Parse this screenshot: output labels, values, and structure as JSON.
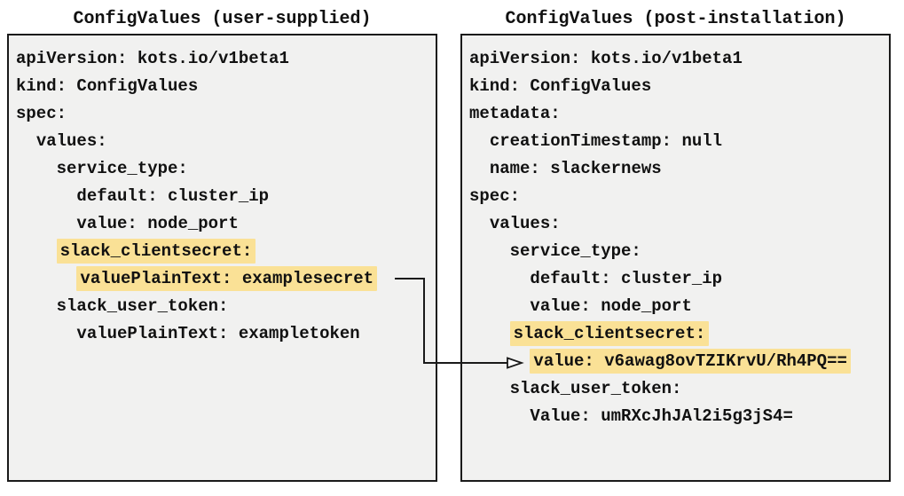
{
  "left_panel": {
    "title": "ConfigValues (user-supplied)",
    "lines": [
      {
        "text": "apiVersion: kots.io/v1beta1",
        "highlight": false
      },
      {
        "text": "kind: ConfigValues",
        "highlight": false
      },
      {
        "text": "spec:",
        "highlight": false
      },
      {
        "text": "  values:",
        "highlight": false
      },
      {
        "text": "    service_type:",
        "highlight": false
      },
      {
        "text": "      default: cluster_ip",
        "highlight": false
      },
      {
        "text": "      value: node_port",
        "highlight": false
      },
      {
        "text": "    slack_clientsecret:",
        "highlight": true
      },
      {
        "text": "      valuePlainText: examplesecret",
        "highlight": true
      },
      {
        "text": "    slack_user_token:",
        "highlight": false
      },
      {
        "text": "      valuePlainText: exampletoken",
        "highlight": false
      }
    ]
  },
  "right_panel": {
    "title": "ConfigValues (post-installation)",
    "lines": [
      {
        "text": "apiVersion: kots.io/v1beta1",
        "highlight": false
      },
      {
        "text": "kind: ConfigValues",
        "highlight": false
      },
      {
        "text": "metadata:",
        "highlight": false
      },
      {
        "text": "  creationTimestamp: null",
        "highlight": false
      },
      {
        "text": "  name: slackernews",
        "highlight": false
      },
      {
        "text": "spec:",
        "highlight": false
      },
      {
        "text": "  values:",
        "highlight": false
      },
      {
        "text": "    service_type:",
        "highlight": false
      },
      {
        "text": "      default: cluster_ip",
        "highlight": false
      },
      {
        "text": "      value: node_port",
        "highlight": false
      },
      {
        "text": "    slack_clientsecret:",
        "highlight": true
      },
      {
        "text": "      value: v6awag8ovTZIKrvU/Rh4PQ==",
        "highlight": true
      },
      {
        "text": "    slack_user_token:",
        "highlight": false
      },
      {
        "text": "      Value: umRXcJhJAl2i5g3jS4=",
        "highlight": false
      }
    ]
  },
  "connector": {
    "from_line": "valuePlainText: examplesecret",
    "to_line": "value: v6awag8ovTZIKrvU/Rh4PQ=="
  },
  "colors": {
    "highlight": "#fae196",
    "panel_bg": "#f1f1f0",
    "border": "#1a1a1a"
  }
}
